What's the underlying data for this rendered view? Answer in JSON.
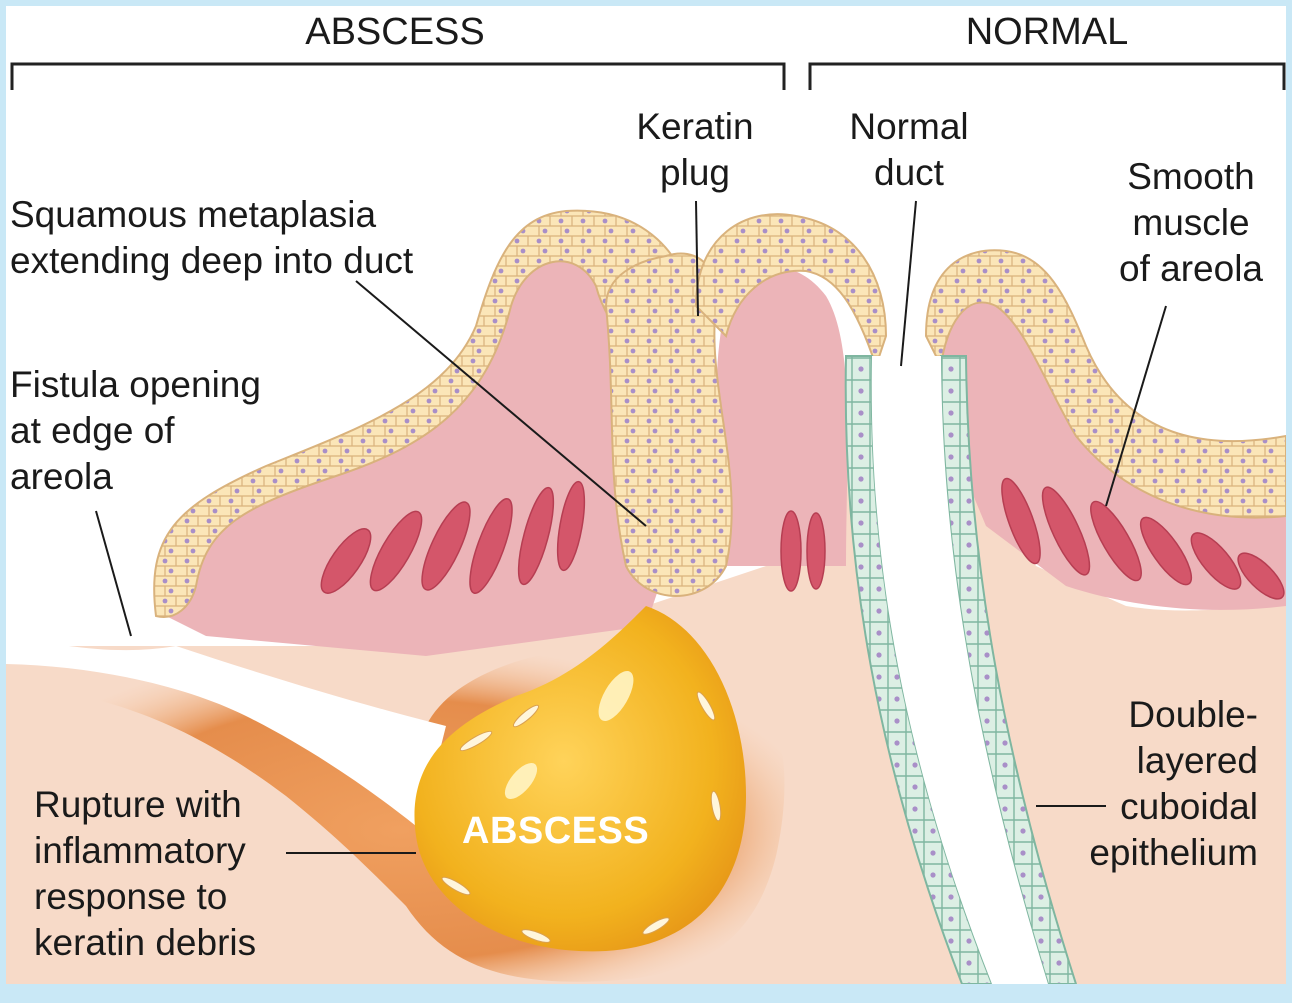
{
  "headers": {
    "abscess": "ABSCESS",
    "normal": "NORMAL"
  },
  "labels": {
    "keratin_plug": "Keratin\nplug",
    "normal_duct": "Normal\nduct",
    "smooth_muscle": "Smooth\nmuscle\nof areola",
    "squamous_metaplasia": "Squamous metaplasia\nextending deep into duct",
    "fistula": "Fistula opening\nat edge of\nareola",
    "rupture": "Rupture with\ninflammatory\nresponse to\nkeratin debris",
    "double_layered": "Double-\nlayered\ncuboidal\nepithelium",
    "abscess_center": "ABSCESS"
  },
  "colors": {
    "frame": "#c9e8f6",
    "skin": "#f7dac8",
    "cell_fill": "#fbe6b8",
    "cell_border": "#d9b27c",
    "nucleus": "#a98fc8",
    "areola": "#ecb4b8",
    "muscle": "#d4566a",
    "cuboidal": "#dcefe4",
    "inflammation": "#e58d4c",
    "abscess": "#f2b21e"
  }
}
